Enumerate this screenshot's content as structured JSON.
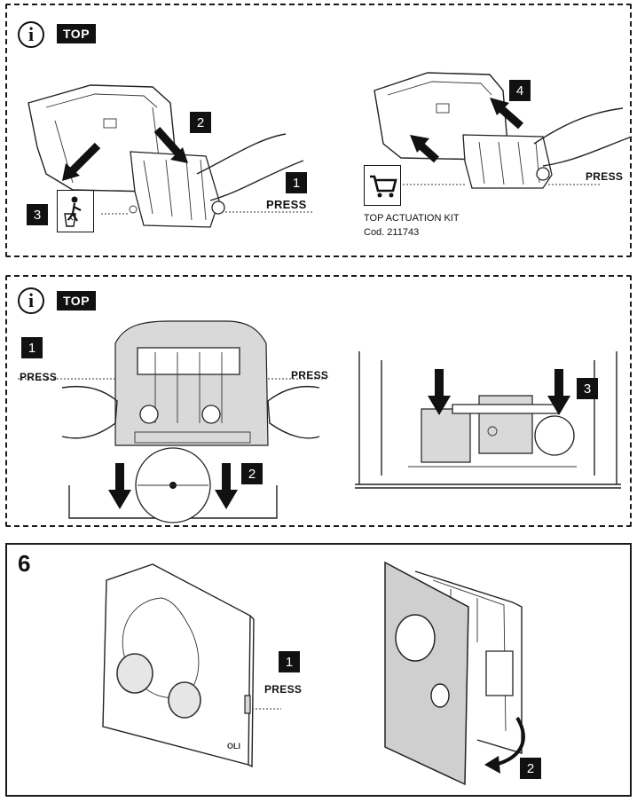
{
  "panel1": {
    "info_glyph": "i",
    "badge": "TOP",
    "steps": [
      "1",
      "2",
      "3",
      "4"
    ],
    "press_left": "PRESS",
    "press_right": "PRESS",
    "kit_title": "TOP ACTUATION KIT",
    "kit_code": "Cod. 211743",
    "icons": [
      "trash-bin-icon",
      "shopping-cart-icon"
    ]
  },
  "panel2": {
    "info_glyph": "i",
    "badge": "TOP",
    "steps": [
      "1",
      "2",
      "3"
    ],
    "press_left": "PRESS",
    "press_right": "PRESS"
  },
  "panel3": {
    "section_number": "6",
    "steps": [
      "1",
      "2"
    ],
    "press": "PRESS",
    "logo": "OLI"
  }
}
